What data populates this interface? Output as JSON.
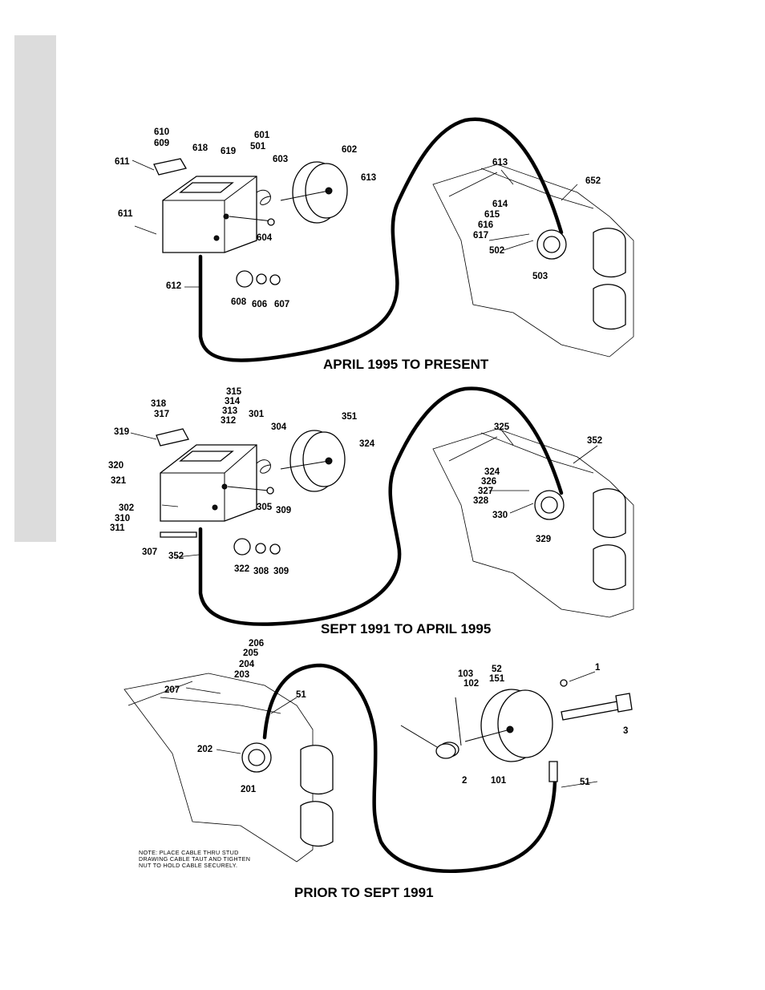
{
  "sections": [
    {
      "title": "APRIL 1995 TO PRESENT",
      "labels": [
        "610",
        "609",
        "611",
        "618",
        "619",
        "601",
        "501",
        "603",
        "602",
        "613",
        "611",
        "604",
        "612",
        "608",
        "606",
        "607",
        "613",
        "652",
        "614",
        "615",
        "616",
        "617",
        "502",
        "503"
      ]
    },
    {
      "title": "SEPT 1991 TO APRIL 1995",
      "labels": [
        "315",
        "314",
        "313",
        "312",
        "318",
        "317",
        "301",
        "304",
        "351",
        "324",
        "319",
        "320",
        "321",
        "302",
        "310",
        "311",
        "305",
        "309",
        "307",
        "352",
        "322",
        "308",
        "309",
        "325",
        "352",
        "324",
        "326",
        "327",
        "328",
        "330",
        "329"
      ]
    },
    {
      "title": "PRIOR TO SEPT 1991",
      "labels": [
        "206",
        "205",
        "204",
        "203",
        "207",
        "51",
        "202",
        "201",
        "103",
        "102",
        "52",
        "151",
        "1",
        "3",
        "2",
        "101",
        "51"
      ],
      "note": [
        "NOTE: PLACE CABLE THRU STUD",
        "DRAWING CABLE TAUT AND TIGHTEN",
        "NUT TO HOLD CABLE SECURELY."
      ]
    }
  ],
  "colors": {
    "side_tab": "#dcdcdc",
    "ink": "#000000"
  }
}
